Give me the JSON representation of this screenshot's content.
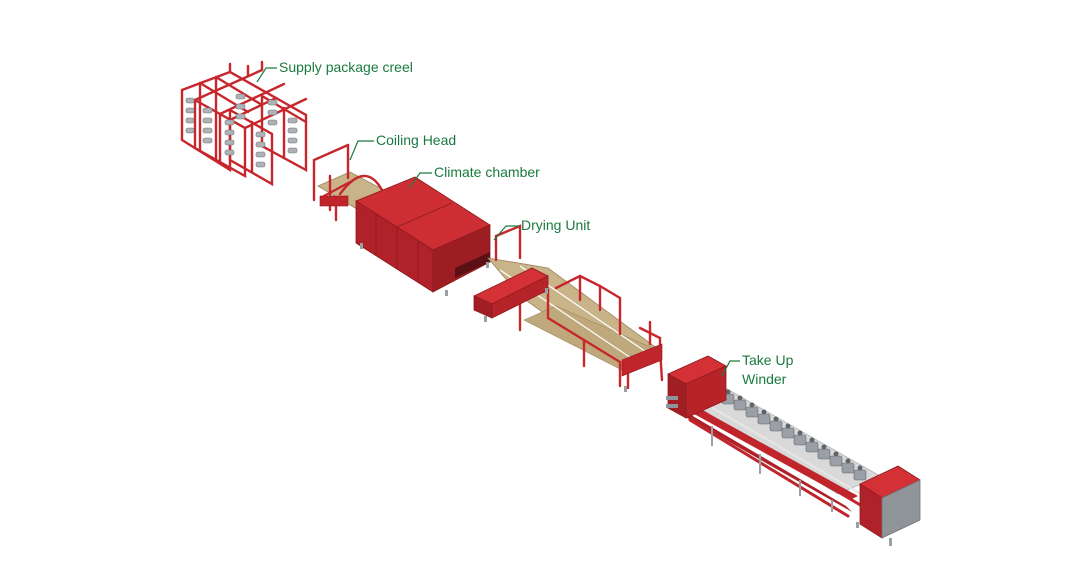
{
  "colors": {
    "machine_red": "#c0252b",
    "machine_red_dark": "#8f1a1e",
    "machine_red_light": "#d9474b",
    "frame_red": "#c7262c",
    "label_green": "#1a7a3e",
    "leader_green": "#1f7a3e",
    "belt_tan": "#c9b48a",
    "bobbin_grey": "#9aa0a6",
    "side_grey": "#8f9498",
    "background": "#ffffff"
  },
  "labels": {
    "creel": "Supply package creel",
    "coiling_head": "Coiling Head",
    "climate_chamber": "Climate chamber",
    "drying_unit": "Drying Unit",
    "take_up_line1": "Take Up",
    "take_up_line2": "Winder"
  },
  "icons": {
    "creel": "supply-package-creel-icon",
    "coiling_head": "coiling-head-icon",
    "climate_chamber": "climate-chamber-icon",
    "drying_unit": "drying-unit-icon",
    "take_up_winder": "take-up-winder-icon"
  }
}
